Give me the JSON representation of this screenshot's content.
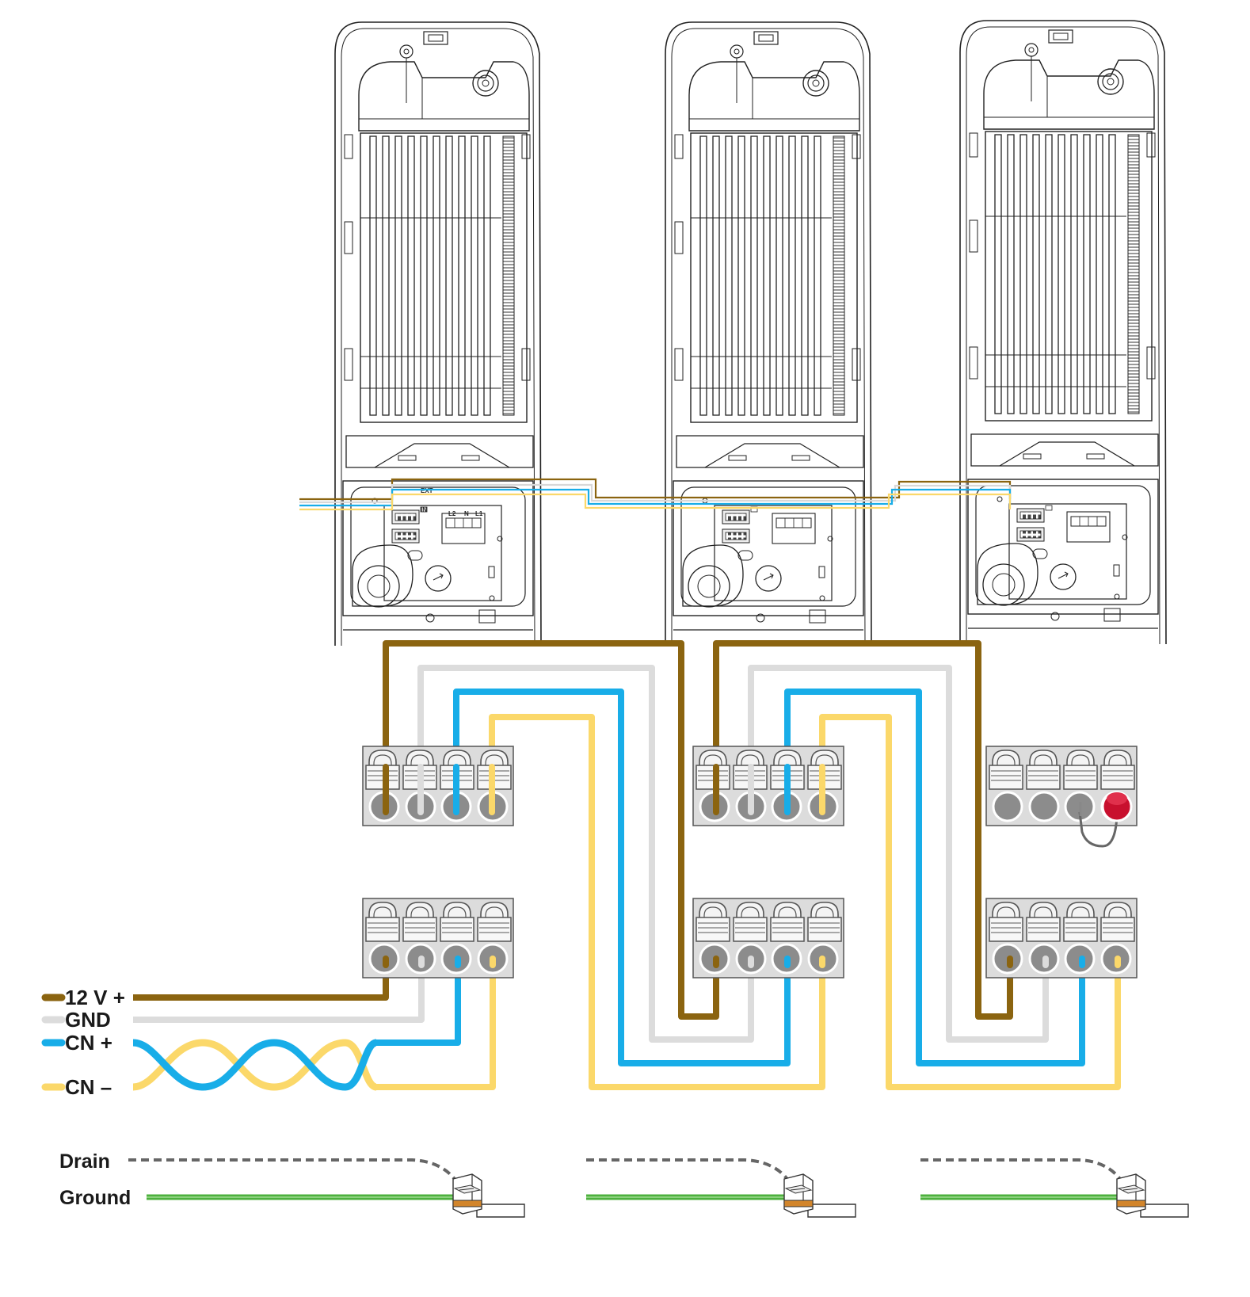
{
  "wire_legend": {
    "v12_plus": "12 V +",
    "gnd": "GND",
    "cn_plus": "CN +",
    "cn_minus": "CN –"
  },
  "shield_legend": {
    "drain": "Drain",
    "ground": "Ground"
  },
  "unit_terminal_labels": {
    "ext": "EXT",
    "in": "IN",
    "l2": "L2",
    "n": "N",
    "l1": "L1"
  },
  "colors": {
    "v12_plus": "#8B6410",
    "gnd": "#DCDCDC",
    "cn_plus": "#18ADE8",
    "cn_minus": "#FBD86A",
    "ground": "#4DB03E",
    "drain": "#666666",
    "terminator": "#C8102E"
  }
}
